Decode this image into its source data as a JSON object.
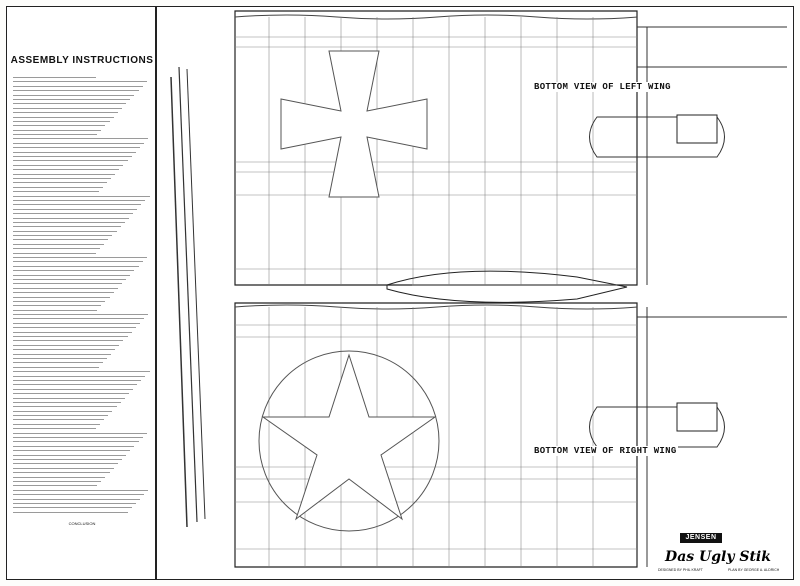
{
  "instructions": {
    "title": "ASSEMBLY INSTRUCTIONS",
    "footer": "CONCLUSION"
  },
  "labels": {
    "left_wing": "BOTTOM VIEW OF LEFT WING",
    "right_wing": "BOTTOM VIEW OF RIGHT WING"
  },
  "title_block": {
    "brand": "JENSEN",
    "title": "Das Ugly Stik",
    "designed_by": "DESIGNED BY PHIL KRAFT",
    "drawn_by": "PLAN BY GEORGE A. ALDRICH"
  },
  "colors": {
    "line": "#222222",
    "insignia": "#555555"
  }
}
